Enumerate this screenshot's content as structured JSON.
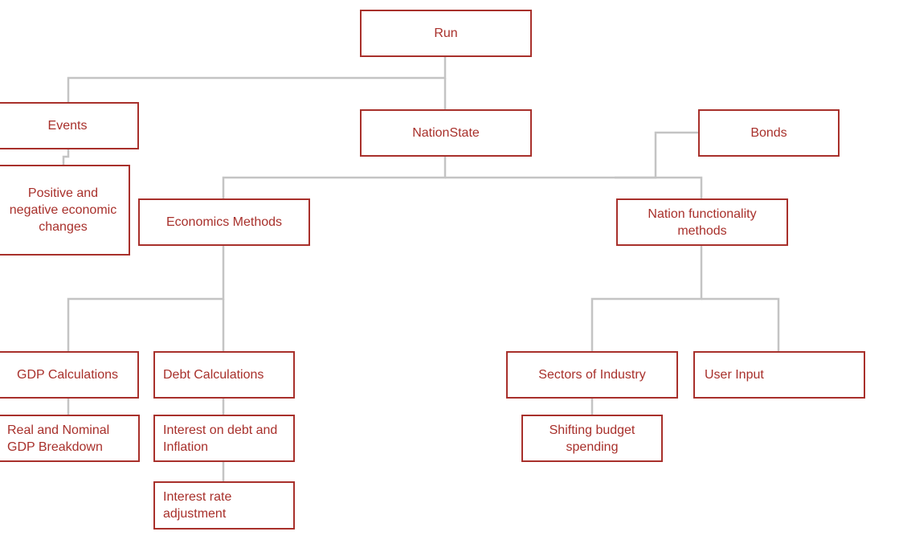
{
  "colors": {
    "node_border": "#a8302b",
    "node_text": "#a8302b",
    "connector": "#c4c4c4",
    "background": "#ffffff"
  },
  "nodes": {
    "run": "Run",
    "events": "Events",
    "positive_negative": "Positive and negative economic changes",
    "nationstate": "NationState",
    "bonds": "Bonds",
    "economics_methods": "Economics Methods",
    "nation_functionality": "Nation functionality methods",
    "gdp_calculations": "GDP Calculations",
    "debt_calculations": "Debt Calculations",
    "real_nominal_gdp": "Real and Nominal GDP Breakdown",
    "interest_debt_inflation": "Interest on debt and Inflation",
    "interest_rate_adjustment": "Interest rate adjustment",
    "sectors_of_industry": "Sectors of Industry",
    "user_input": "User Input",
    "shifting_budget": "Shifting budget spending"
  },
  "edges": [
    [
      "run",
      "events"
    ],
    [
      "run",
      "nationstate"
    ],
    [
      "events",
      "positive_negative"
    ],
    [
      "nationstate",
      "economics_methods"
    ],
    [
      "nationstate",
      "nation_functionality"
    ],
    [
      "bonds",
      "nation_functionality"
    ],
    [
      "economics_methods",
      "gdp_calculations"
    ],
    [
      "economics_methods",
      "debt_calculations"
    ],
    [
      "gdp_calculations",
      "real_nominal_gdp"
    ],
    [
      "debt_calculations",
      "interest_debt_inflation"
    ],
    [
      "interest_debt_inflation",
      "interest_rate_adjustment"
    ],
    [
      "nation_functionality",
      "sectors_of_industry"
    ],
    [
      "nation_functionality",
      "user_input"
    ],
    [
      "sectors_of_industry",
      "shifting_budget"
    ]
  ]
}
